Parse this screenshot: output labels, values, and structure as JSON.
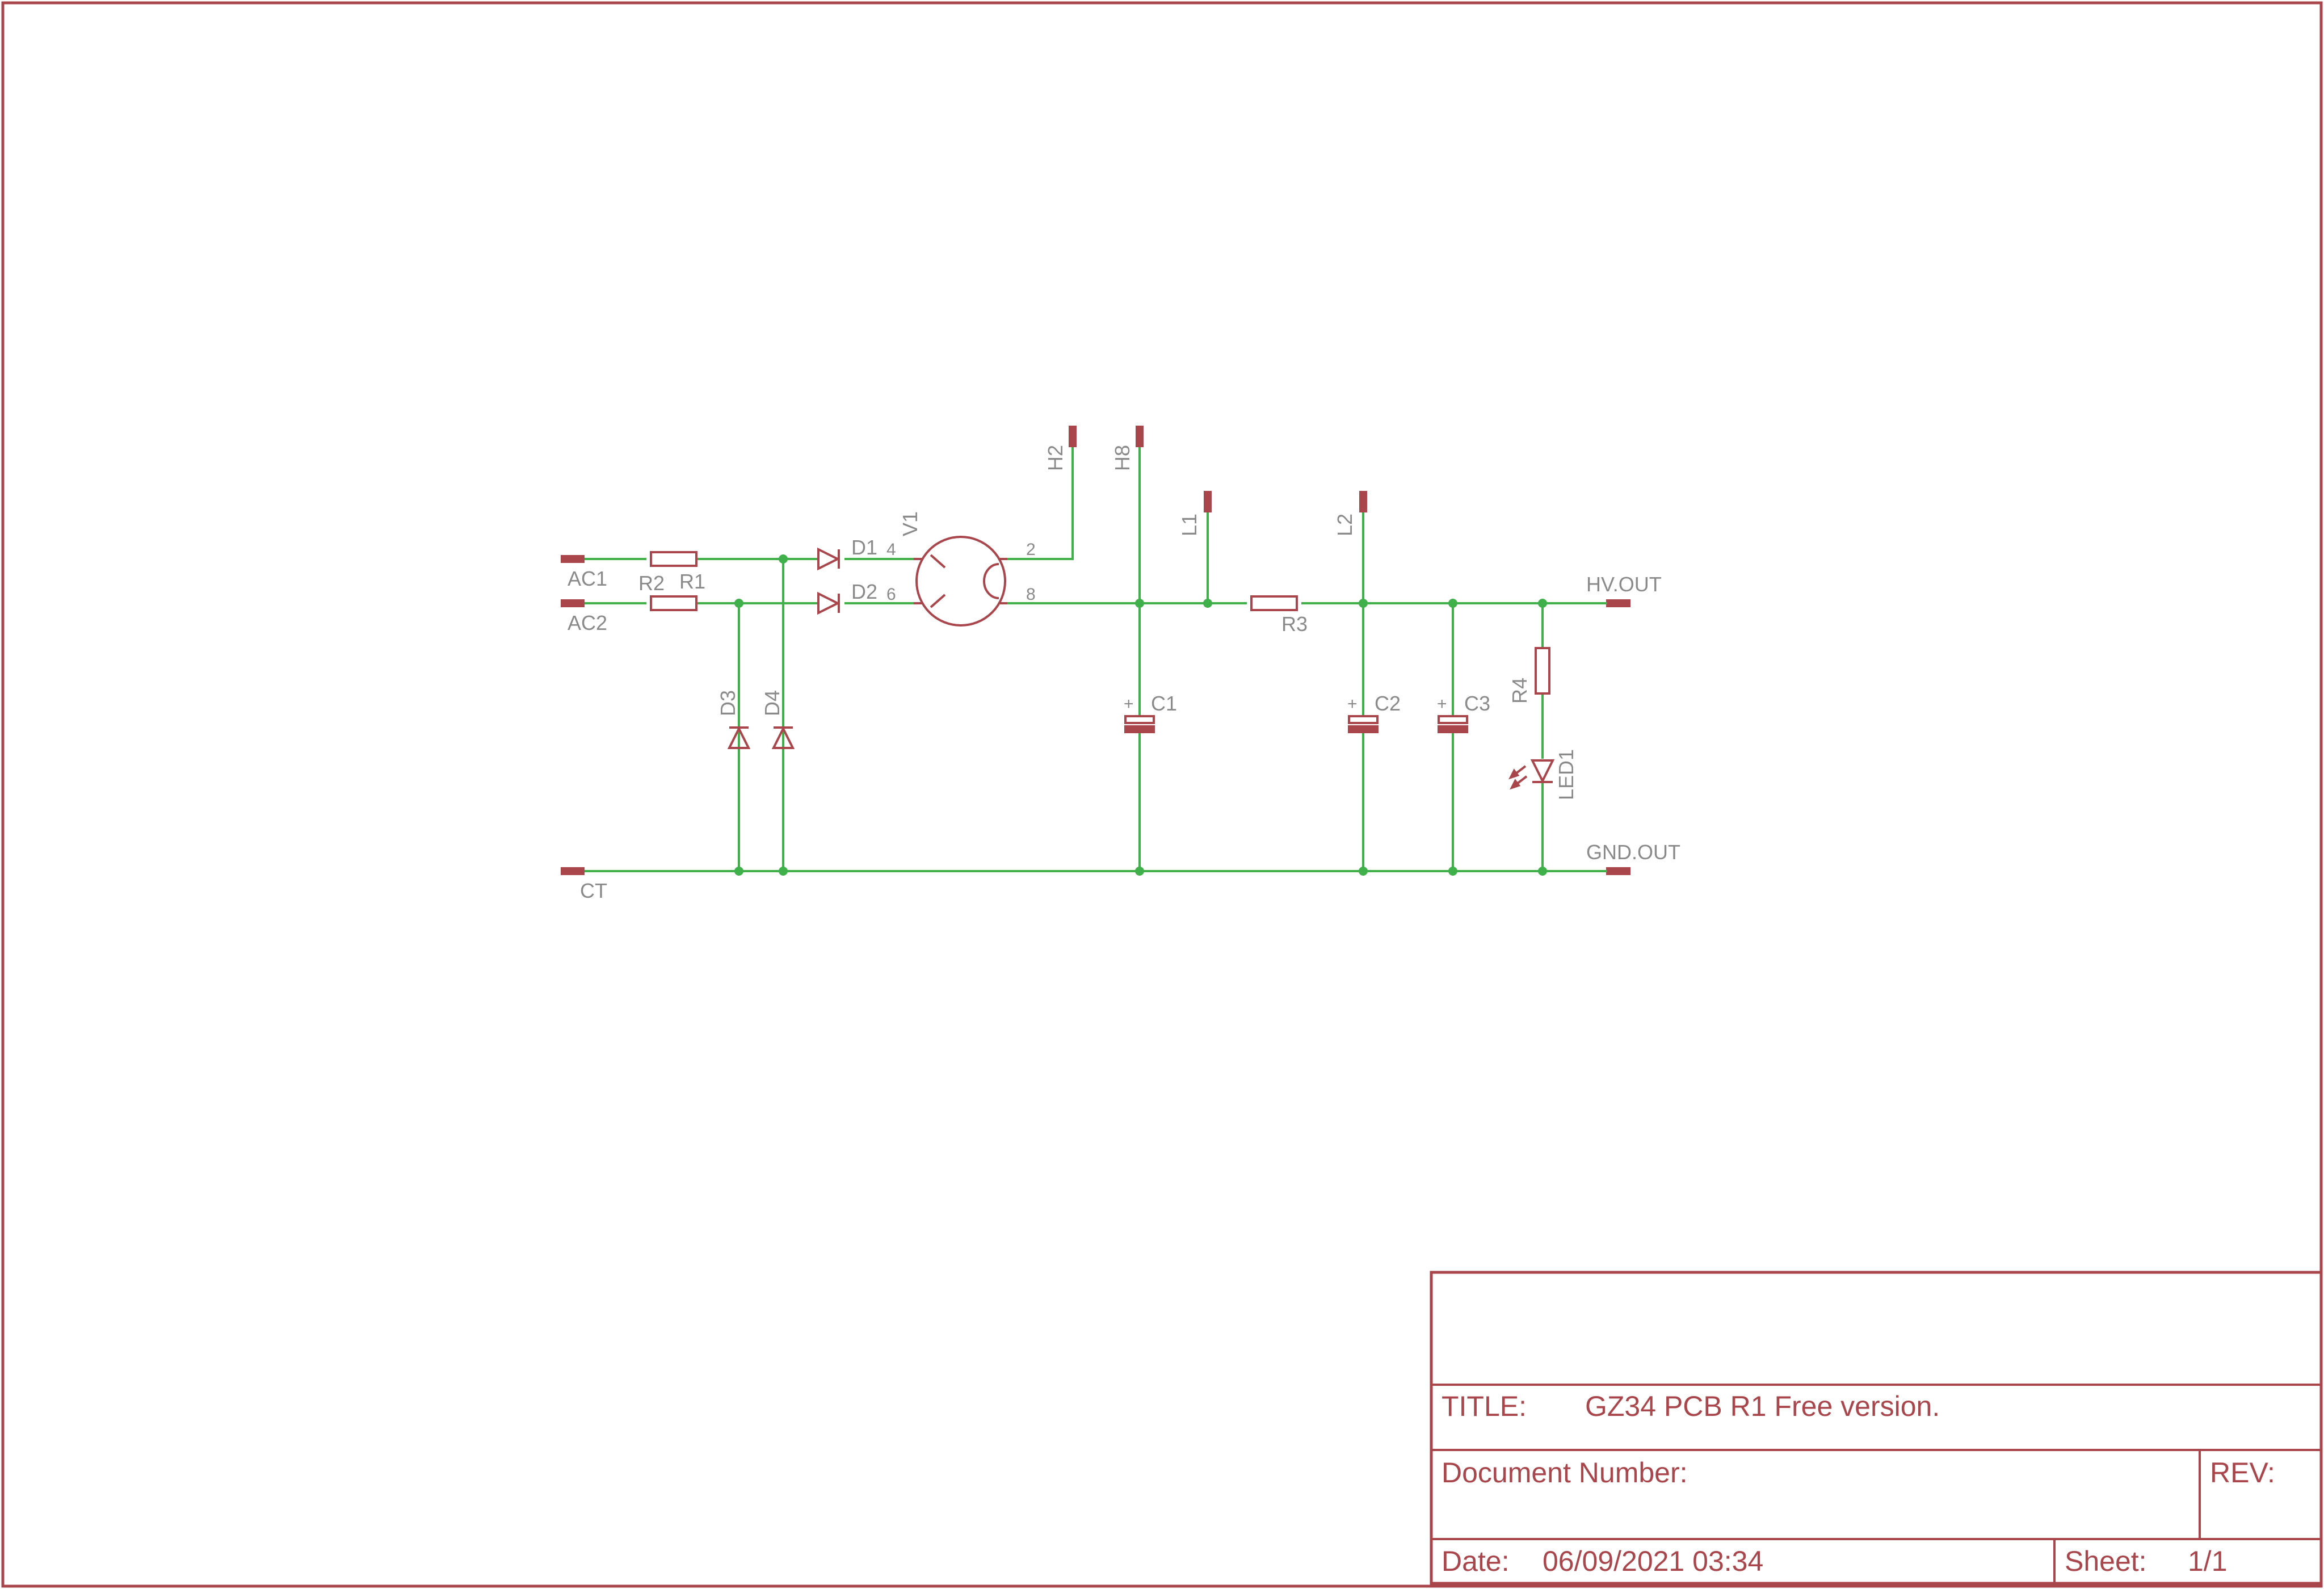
{
  "schematic": {
    "connectors": {
      "ac1": "AC1",
      "ac2": "AC2",
      "ct": "CT",
      "hv_out": "HV.OUT",
      "gnd_out": "GND.OUT",
      "h2": "H2",
      "h8": "H8",
      "l1": "L1",
      "l2": "L2"
    },
    "parts": {
      "r1": "R1",
      "r2": "R2",
      "r3": "R3",
      "r4": "R4",
      "d1": "D1",
      "d2": "D2",
      "d3": "D3",
      "d4": "D4",
      "v1": "V1",
      "c1": "C1",
      "c2": "C2",
      "c3": "C3",
      "led1": "LED1",
      "plus": "+"
    },
    "tube_pins": {
      "p4": "4",
      "p6": "6",
      "p2": "2",
      "p8": "8"
    }
  },
  "title_block": {
    "title_label": "TITLE:",
    "title_value": "GZ34 PCB R1 Free version.",
    "doc_number_label": "Document Number:",
    "rev_label": "REV:",
    "date_label": "Date:",
    "date_value": "06/09/2021 03:34",
    "sheet_label": "Sheet:",
    "sheet_value": "1/1"
  },
  "colors": {
    "frame": "#a8464c",
    "wire": "#3fb04a",
    "label": "#8a8a8a"
  }
}
